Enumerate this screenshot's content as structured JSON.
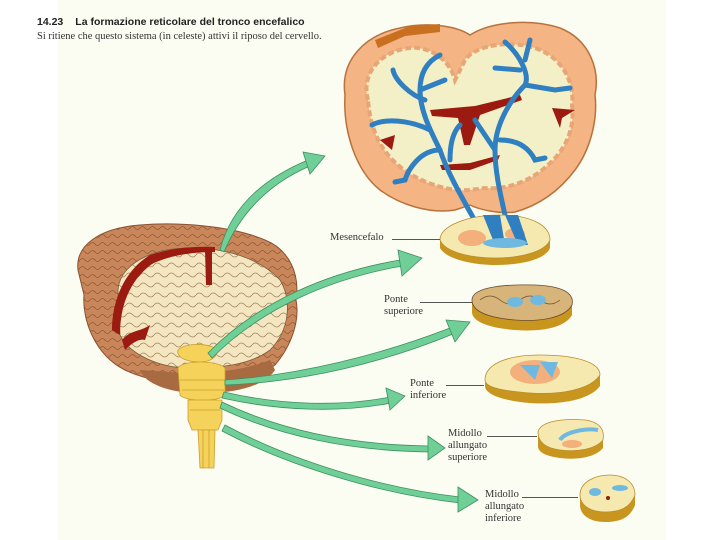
{
  "figure": {
    "number": "14.23",
    "title": "La formazione reticolare del tronco encefalico",
    "description": "Si ritiene che questo sistema (in celeste) attivi il riposo del cervello."
  },
  "labels": {
    "mesencefalo": "Mesencefalo",
    "ponte_superiore": [
      "Ponte",
      "superiore"
    ],
    "ponte_inferiore": [
      "Ponte",
      "inferiore"
    ],
    "midollo_superiore": [
      "Midollo",
      "allungato",
      "superiore"
    ],
    "midollo_inferiore": [
      "Midollo",
      "allungato",
      "inferiore"
    ]
  },
  "colors": {
    "reticular_system": "#2f7fc1",
    "arrow": "#6fcf97",
    "brainstem": "#f5d25a",
    "cortex": "#c8865a",
    "white_matter": "#f6ecc4",
    "ventricle": "#9b1b10"
  }
}
